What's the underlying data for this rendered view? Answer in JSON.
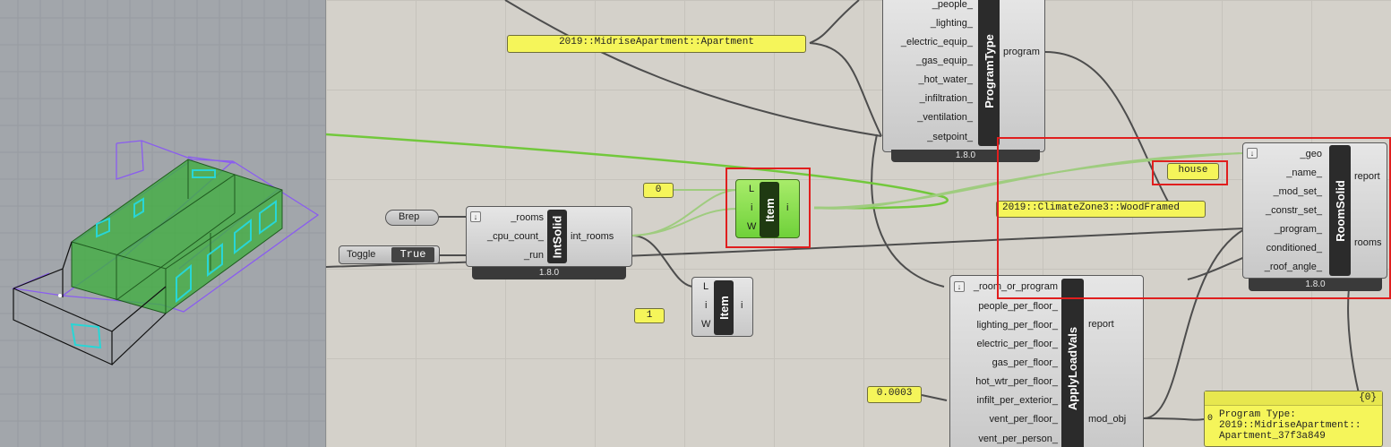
{
  "panels": {
    "apartment": "2019::MidriseApartment::Apartment",
    "construction": "2019::ClimateZone3::WoodFramed",
    "name": "house",
    "index_0": "0",
    "index_1": "1",
    "infiltration": "0.0003",
    "output_path": "{0}",
    "output_index": "0",
    "output_line1": "Program Type:",
    "output_line2": "2019::MidriseApartment::",
    "output_line3": "Apartment_37f3a849"
  },
  "params": {
    "brep": "Brep",
    "toggle_label": "Toggle",
    "toggle_value": "True"
  },
  "components": {
    "program_type": {
      "name": "ProgramType",
      "version": "1.8.0",
      "inputs": [
        "_people_",
        "_lighting_",
        "_electric_equip_",
        "_gas_equip_",
        "_hot_water_",
        "_infiltration_",
        "_ventilation_",
        "_setpoint_"
      ],
      "output": "program"
    },
    "int_solid": {
      "name": "IntSolid",
      "version": "1.8.0",
      "inputs": [
        "_rooms",
        "_cpu_count_",
        "_run"
      ],
      "output": "int_rooms"
    },
    "item_top": {
      "name": "Item",
      "inputs": [
        "L",
        "i",
        "W"
      ],
      "output": "i"
    },
    "item_bottom": {
      "name": "Item",
      "inputs": [
        "L",
        "i",
        "W"
      ],
      "output": "i"
    },
    "room_solid": {
      "name": "RoomSolid",
      "version": "1.8.0",
      "inputs": [
        "_geo",
        "_name_",
        "_mod_set_",
        "_constr_set_",
        "_program_",
        "conditioned_",
        "_roof_angle_"
      ],
      "outputs": [
        "report",
        "rooms"
      ]
    },
    "apply_load_vals": {
      "name": "ApplyLoadVals",
      "inputs": [
        "_room_or_program",
        "people_per_floor_",
        "lighting_per_floor_",
        "electric_per_floor_",
        "gas_per_floor_",
        "hot_wtr_per_floor_",
        "infilt_per_exterior_",
        "vent_per_floor_",
        "vent_per_person_"
      ],
      "outputs": [
        "report",
        "mod_obj"
      ]
    }
  },
  "colors": {
    "highlight": "#e01e1e",
    "panel": "#f5f55a",
    "wire_green": "#72c83c",
    "selected_component": "#6fd13a",
    "room_geometry": "#3fae3f",
    "roof_outline": "#8a5cf0",
    "window_outline": "#28d6d6"
  }
}
